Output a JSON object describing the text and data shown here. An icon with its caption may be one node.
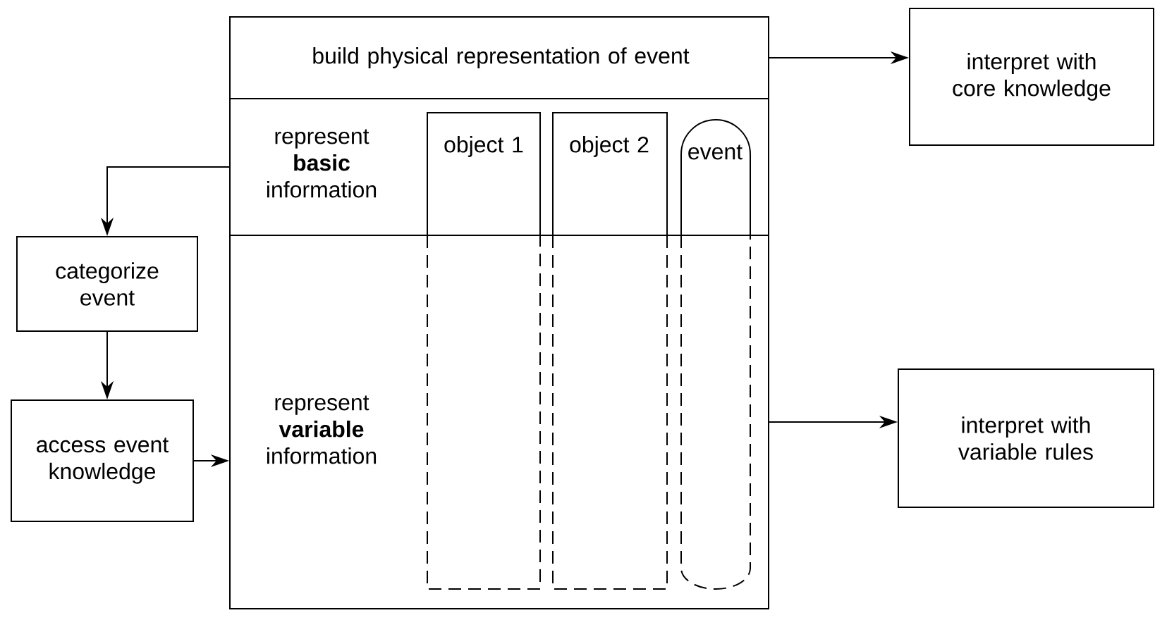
{
  "diagram": {
    "nodes": [
      {
        "text": [],
        "shape": "box"
      },
      {
        "text": [
          "build physical representation of event"
        ],
        "in": 0
      },
      {
        "text": [
          "represent **basic** information"
        ],
        "in": 0
      },
      {
        "text": [
          "represent **variable** information"
        ],
        "in": 0
      },
      {
        "text": [
          "object 1"
        ],
        "in": 0
      },
      {
        "text": [
          "object 2"
        ],
        "in": 0
      },
      {
        "text": [
          "event"
        ],
        "in": 0
      },
      {
        "text": [
          "interpret with core knowledge"
        ]
      },
      {
        "text": [
          "categorize event"
        ]
      },
      {
        "text": [
          "access event knowledge"
        ]
      },
      {
        "text": [
          "interpret with variable rules"
        ]
      }
    ],
    "edges": [
      {
        "from": 1,
        "to": 7,
        "arrow": "to"
      },
      {
        "from": 2,
        "to": 8,
        "arrow": "to"
      },
      {
        "from": 8,
        "to": 9,
        "arrow": "to"
      },
      {
        "from": 9,
        "to": 3,
        "arrow": "to"
      },
      {
        "from": 3,
        "to": 10,
        "arrow": "to"
      }
    ]
  }
}
